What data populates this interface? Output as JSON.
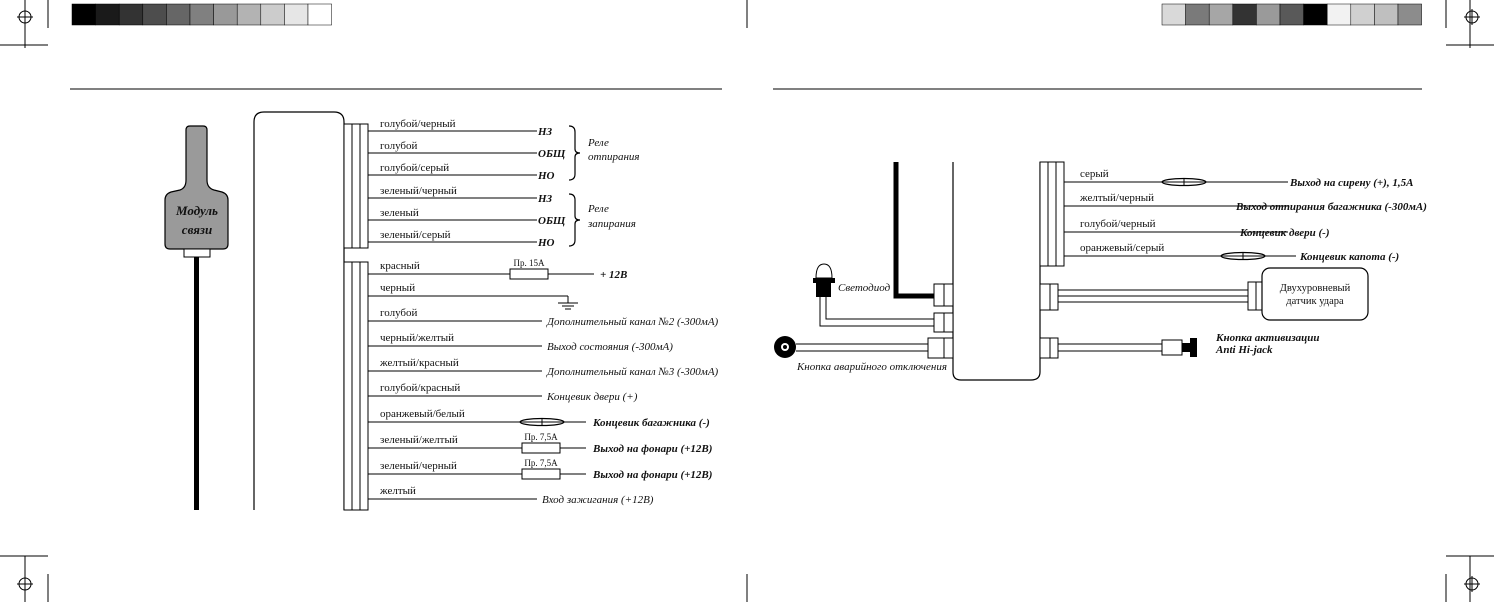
{
  "colors": {
    "module_fill": "#9a9a9a",
    "line": "#000000"
  },
  "left": {
    "module_label": [
      "Модуль",
      "связи"
    ],
    "relay_unlock": {
      "wires": [
        "голубой/черный",
        "голубой",
        "голубой/серый"
      ],
      "contacts": [
        "НЗ",
        "ОБЩ",
        "НО"
      ],
      "label": [
        "Реле",
        "отпирания"
      ]
    },
    "relay_lock": {
      "wires": [
        "зеленый/черный",
        "зеленый",
        "зеленый/серый"
      ],
      "contacts": [
        "НЗ",
        "ОБЩ",
        "НО"
      ],
      "label": [
        "Реле",
        "запирания"
      ]
    },
    "wires": [
      {
        "color": "красный",
        "fuse": "Пр. 15А",
        "dest": "+ 12В"
      },
      {
        "color": "черный",
        "dest": ""
      },
      {
        "color": "голубой",
        "dest": "Дополнительный канал №2 (-300мА)"
      },
      {
        "color": "черный/желтый",
        "dest": "Выход состояния (-300мА)"
      },
      {
        "color": "желтый/красный",
        "dest": "Дополнительный канал №3 (-300мА)"
      },
      {
        "color": "голубой/красный",
        "dest": "Концевик двери (+)"
      },
      {
        "color": "оранжевый/белый",
        "dest": "Концевик багажника (-)"
      },
      {
        "color": "зеленый/желтый",
        "fuse": "Пр. 7,5А",
        "dest": "Выход на фонари (+12В)"
      },
      {
        "color": "зеленый/черный",
        "fuse": "Пр. 7,5А",
        "dest": "Выход на фонари (+12В)"
      },
      {
        "color": "желтый",
        "dest": "Вход зажигания (+12В)"
      }
    ]
  },
  "right": {
    "wires": [
      {
        "color": "серый",
        "dest": "Выход на сирену (+), 1,5А"
      },
      {
        "color": "желтый/черный",
        "dest": "Выход отпирания багажника (-300мА)"
      },
      {
        "color": "голубой/черный",
        "dest": "Концевик двери (-)"
      },
      {
        "color": "оранжевый/серый",
        "dest": "Концевик капота (-)"
      }
    ],
    "led_label": "Светодиод",
    "shock_sensor": [
      "Двухуровневый",
      "датчик удара"
    ],
    "emergency_button": "Кнопка аварийного отключения",
    "antihijack_button": [
      "Кнопка активизации",
      "Anti Hi-jack"
    ]
  }
}
